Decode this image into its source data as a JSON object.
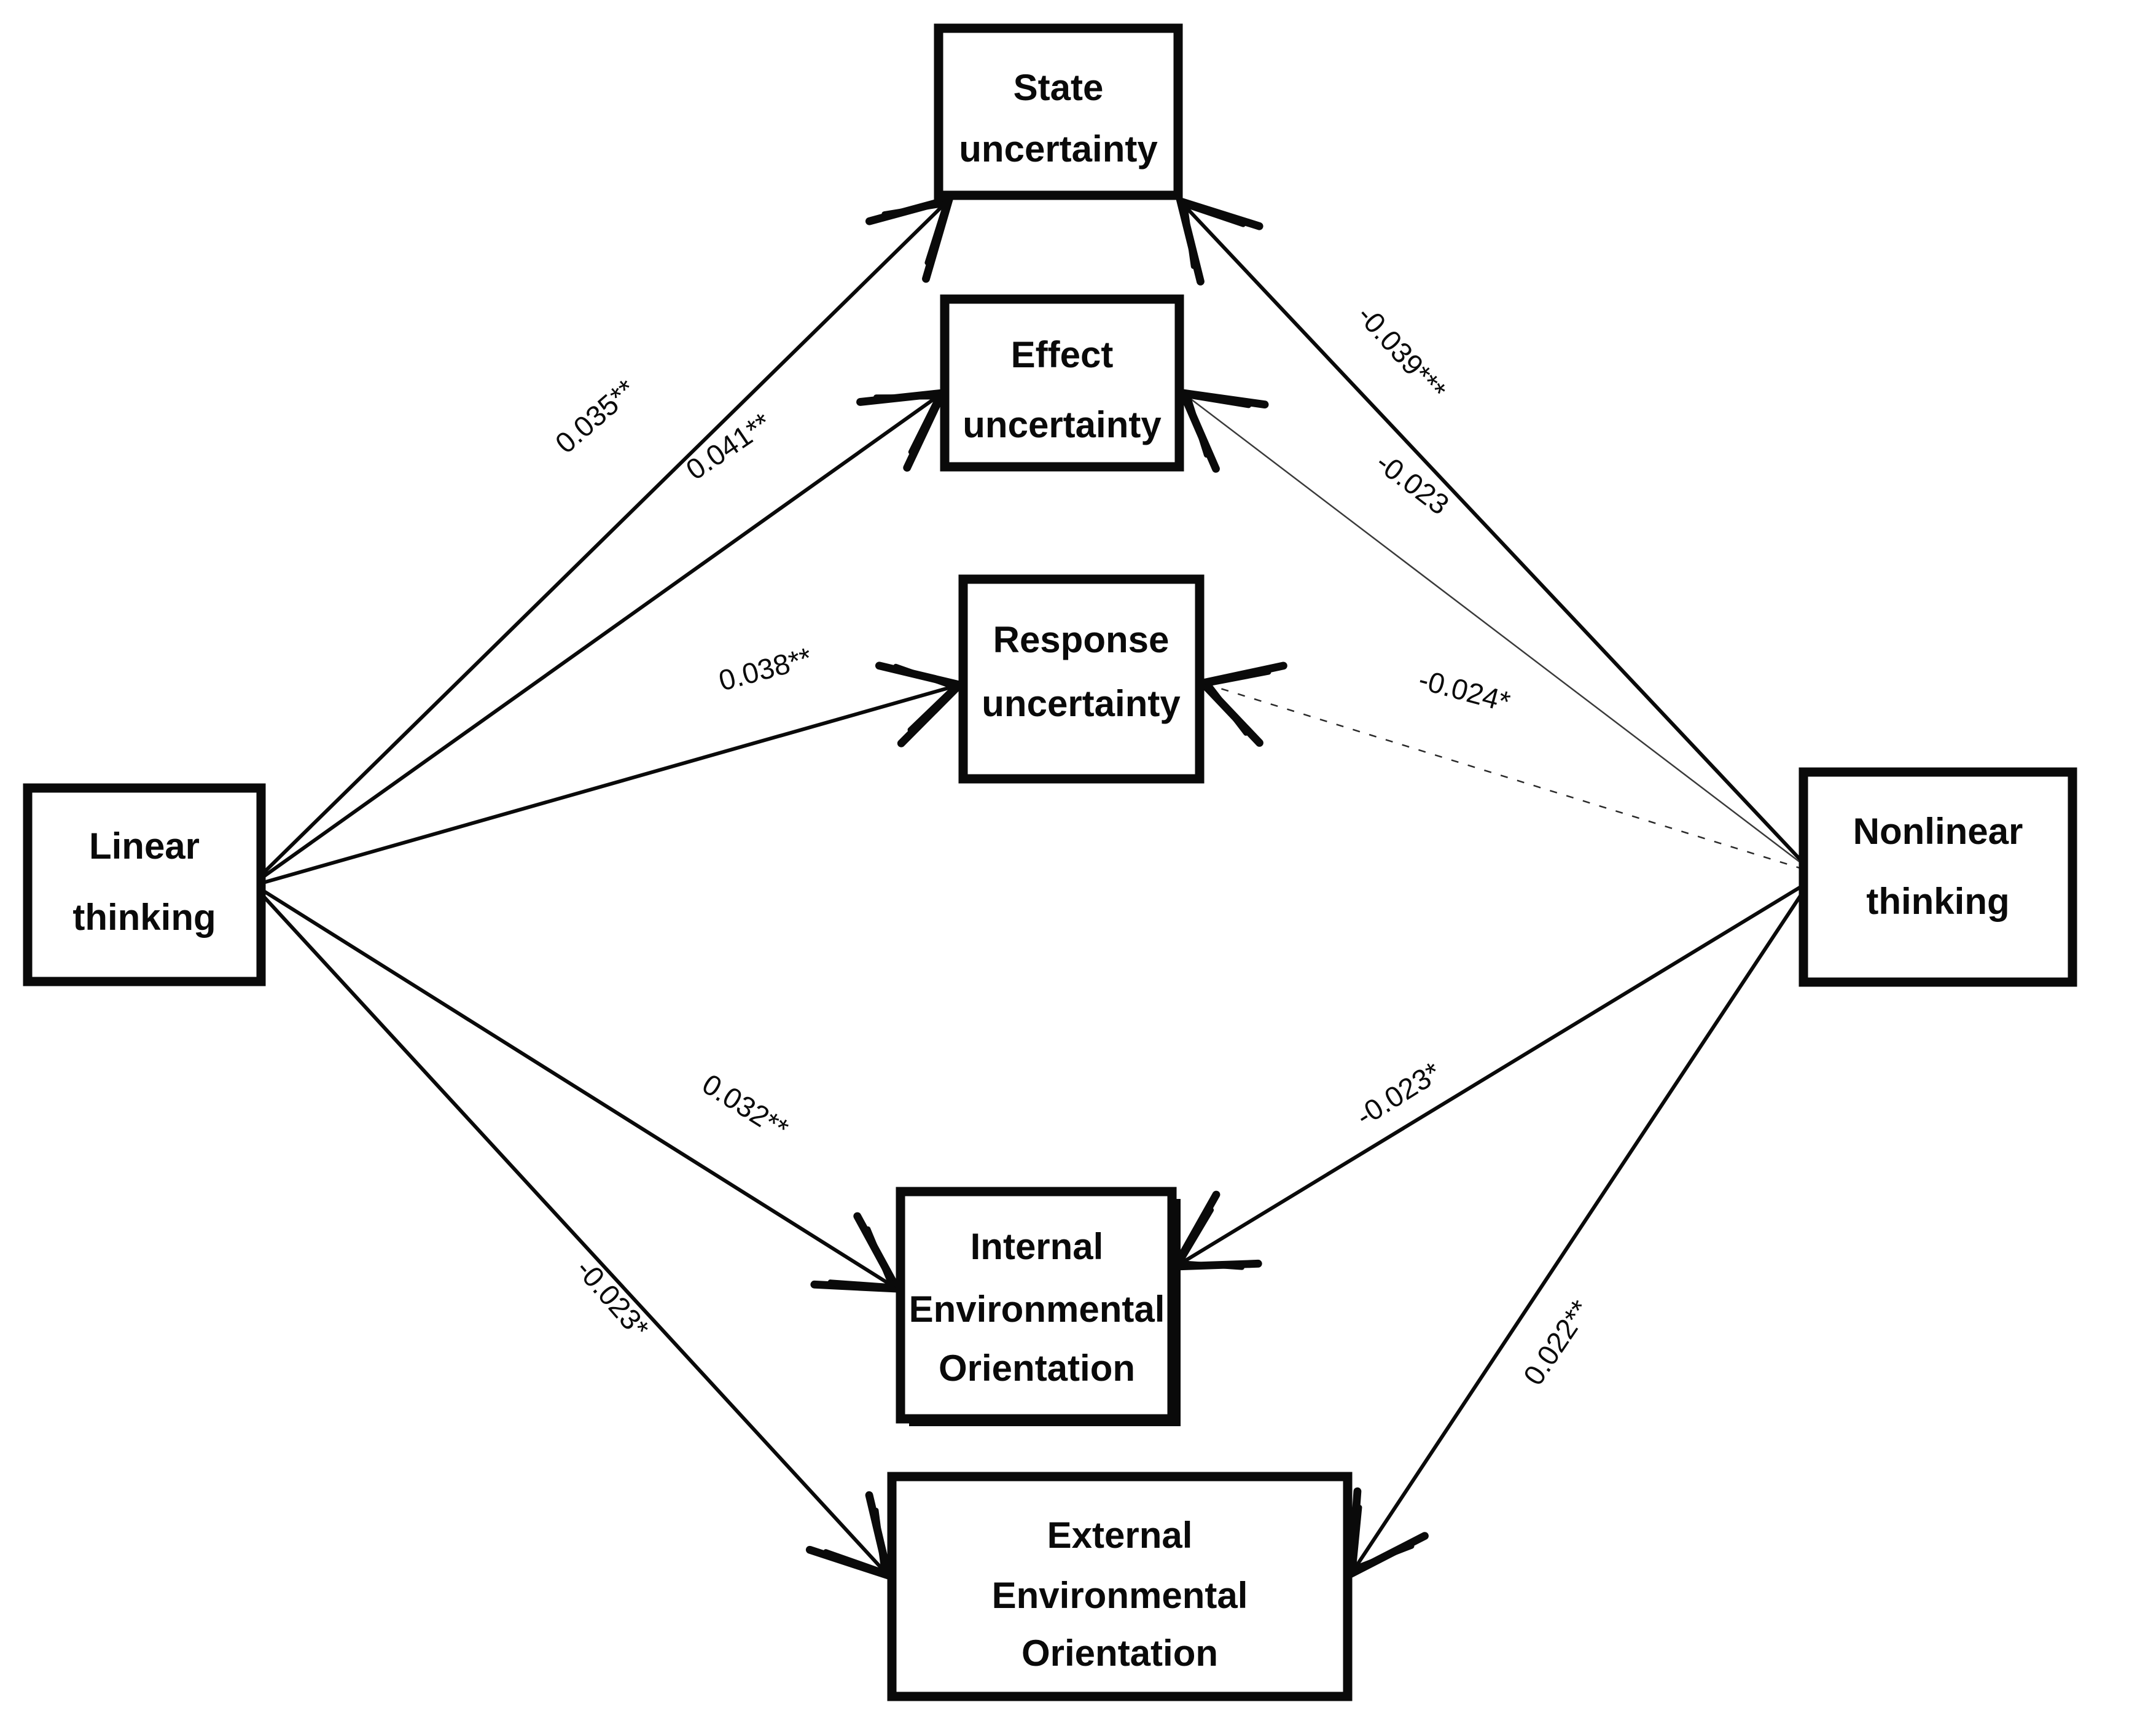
{
  "colors": {
    "background": "#ffffff",
    "line": "#0a0a0a",
    "text": "#0a0a0a"
  },
  "nodes": {
    "linear": {
      "lines": [
        "Linear",
        "thinking"
      ]
    },
    "nonlinear": {
      "lines": [
        "Nonlinear",
        "thinking"
      ]
    },
    "state": {
      "lines": [
        "State",
        "uncertainty"
      ]
    },
    "effect": {
      "lines": [
        "Effect",
        "uncertainty"
      ]
    },
    "response": {
      "lines": [
        "Response",
        "uncertainty"
      ]
    },
    "internal": {
      "lines": [
        "Internal",
        "Environmental",
        "Orientation"
      ]
    },
    "external": {
      "lines": [
        "External",
        "Environmental",
        "Orientation"
      ]
    }
  },
  "paths": [
    {
      "from": "Linear thinking",
      "to": "State uncertainty",
      "label": "0.035**"
    },
    {
      "from": "Linear thinking",
      "to": "Effect uncertainty",
      "label": "0.041**"
    },
    {
      "from": "Linear thinking",
      "to": "Response uncertainty",
      "label": "0.038**"
    },
    {
      "from": "Linear thinking",
      "to": "Internal Environmental Orientation",
      "label": "0.032**"
    },
    {
      "from": "Linear thinking",
      "to": "External Environmental Orientation",
      "label": "-0.023*"
    },
    {
      "from": "Nonlinear thinking",
      "to": "State uncertainty",
      "label": "-0.039***"
    },
    {
      "from": "Nonlinear thinking",
      "to": "Effect uncertainty",
      "label": "-0.023"
    },
    {
      "from": "Nonlinear thinking",
      "to": "Response uncertainty",
      "label": "-0.024*"
    },
    {
      "from": "Nonlinear thinking",
      "to": "Internal Environmental Orientation",
      "label": "-0.023*"
    },
    {
      "from": "Nonlinear thinking",
      "to": "External Environmental Orientation",
      "label": "0.022**"
    }
  ]
}
